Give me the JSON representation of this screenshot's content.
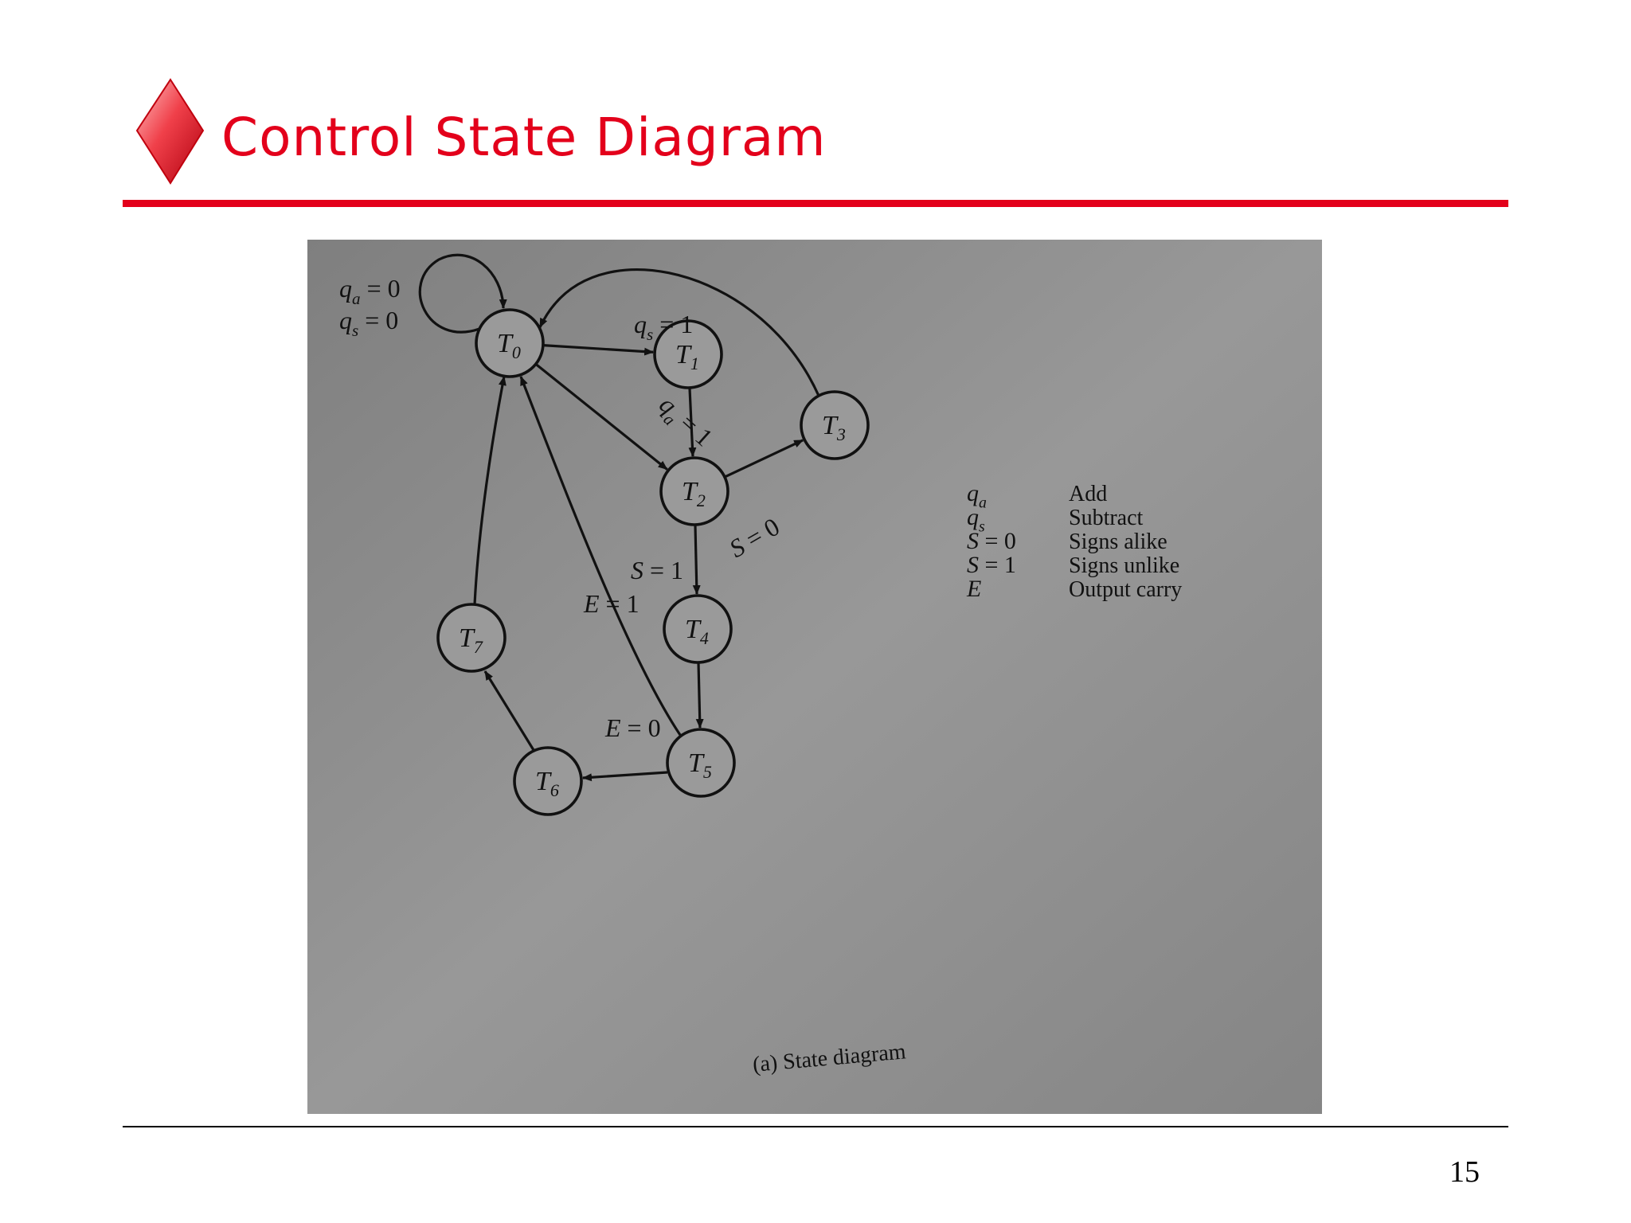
{
  "slide": {
    "title": "Control State Diagram",
    "page_number": "15",
    "accent_color": "#e3001b"
  },
  "diagram": {
    "caption": "(a) State diagram",
    "states": [
      {
        "id": "T0",
        "name": "T",
        "sub": "0"
      },
      {
        "id": "T1",
        "name": "T",
        "sub": "1"
      },
      {
        "id": "T2",
        "name": "T",
        "sub": "2"
      },
      {
        "id": "T3",
        "name": "T",
        "sub": "3"
      },
      {
        "id": "T4",
        "name": "T",
        "sub": "4"
      },
      {
        "id": "T5",
        "name": "T",
        "sub": "5"
      },
      {
        "id": "T6",
        "name": "T",
        "sub": "6"
      },
      {
        "id": "T7",
        "name": "T",
        "sub": "7"
      }
    ],
    "transitions": [
      {
        "from": "T0",
        "to": "T0",
        "label_lines": [
          {
            "var": "q",
            "sub": "a",
            "rest": " = 0"
          },
          {
            "var": "q",
            "sub": "s",
            "rest": " = 0"
          }
        ]
      },
      {
        "from": "T0",
        "to": "T1",
        "label": {
          "var": "q",
          "sub": "s",
          "rest": " = 1"
        }
      },
      {
        "from": "T0",
        "to": "T2",
        "label": {
          "var": "q",
          "sub": "a",
          "rest": " = 1"
        }
      },
      {
        "from": "T1",
        "to": "T2",
        "label": null
      },
      {
        "from": "T2",
        "to": "T3",
        "label": {
          "var": "S",
          "rest": " = 0"
        }
      },
      {
        "from": "T3",
        "to": "T0",
        "label": null
      },
      {
        "from": "T2",
        "to": "T4",
        "label": {
          "var": "S",
          "rest": " = 1"
        }
      },
      {
        "from": "T4",
        "to": "T5",
        "label": null
      },
      {
        "from": "T5",
        "to": "T0",
        "label": {
          "var": "E",
          "rest": " = 1"
        }
      },
      {
        "from": "T5",
        "to": "T6",
        "label": {
          "var": "E",
          "rest": " = 0"
        }
      },
      {
        "from": "T6",
        "to": "T7",
        "label": null
      },
      {
        "from": "T7",
        "to": "T0",
        "label": null
      }
    ],
    "legend": [
      {
        "symbol_var": "q",
        "symbol_sub": "a",
        "symbol_rest": "",
        "meaning": "Add"
      },
      {
        "symbol_var": "q",
        "symbol_sub": "s",
        "symbol_rest": "",
        "meaning": "Subtract"
      },
      {
        "symbol_var": "S",
        "symbol_sub": "",
        "symbol_rest": " = 0",
        "meaning": "Signs alike"
      },
      {
        "symbol_var": "S",
        "symbol_sub": "",
        "symbol_rest": " = 1",
        "meaning": "Signs unlike"
      },
      {
        "symbol_var": "E",
        "symbol_sub": "",
        "symbol_rest": "",
        "meaning": "Output carry"
      }
    ]
  }
}
